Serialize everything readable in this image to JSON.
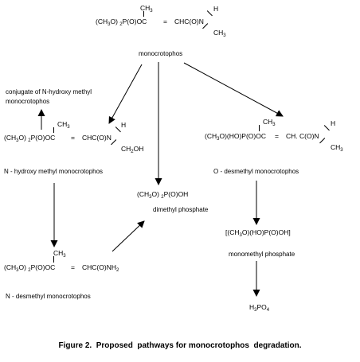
{
  "caption": "Figure 2.  Proposed  pathways for monocrotophos  degradation.",
  "monocrotophos": {
    "name": "monocrotophos",
    "ch3_top": "CH",
    "ch3_top_sub": "3",
    "main_a": "(CH",
    "main_a_sub": "3",
    "main_b": "O)",
    "main_b_sub": "2",
    "main_c": "P(O)OC",
    "eq": "=",
    "main_d": "CHC(O)N",
    "h": "H",
    "ch3_n": "CH",
    "ch3_n_sub": "3"
  },
  "conjugate": {
    "line1": "conjugate of N-hydroxy methyl",
    "line2": "monocrotophos"
  },
  "n_hydroxymethyl": {
    "name": "N - hydroxy methyl monocrotophos",
    "ch3_top": "CH",
    "ch3_top_sub": "3",
    "main_a": "(CH",
    "main_a_sub": "3",
    "main_b": "O)",
    "main_b_sub": "2",
    "main_c": "P(O)OC",
    "eq": "=",
    "main_d": "CHC(O)N",
    "h": "H",
    "ch2oh": "CH",
    "ch2oh_sub": "2",
    "ch2oh_b": "OH"
  },
  "o_desmethyl": {
    "name": "O - desmethyl monocrotophos",
    "ch3_top": "CH",
    "ch3_top_sub": "3",
    "main_a": "(CH",
    "main_a_sub": "3",
    "main_b": "O)(HO)P(O)OC",
    "eq": "=",
    "main_d": "CH. C(O)N",
    "h": "H",
    "ch3_n": "CH",
    "ch3_n_sub": "3"
  },
  "dimethyl_phosphate": {
    "name": "dimethyl phosphate",
    "main_a": "(CH",
    "main_a_sub": "3",
    "main_b": "O)",
    "main_b_sub": "2",
    "main_c": "P(O)OH"
  },
  "n_desmethyl": {
    "name": "N - desmethyl monocrotophos",
    "ch3_top": "CH",
    "ch3_top_sub": "3",
    "main_a": "(CH",
    "main_a_sub": "3",
    "main_b": "O)",
    "main_b_sub": "2",
    "main_c": "P(O)OC",
    "eq": "=",
    "main_d": "CHC(O)NH",
    "main_d_sub": "2"
  },
  "monomethyl_phosphate": {
    "name": "monomethyl phosphate",
    "main_a": "[(CH",
    "main_a_sub": "3",
    "main_b": "O)(HO)P(O)OH]"
  },
  "phosphoric_acid": {
    "main_a": "H",
    "main_a_sub": "3",
    "main_b": "PO",
    "main_b_sub": "4"
  }
}
